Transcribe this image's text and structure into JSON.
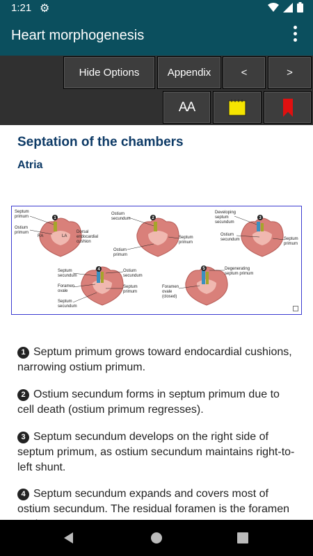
{
  "status_bar": {
    "time": "1:21",
    "icons": [
      "gear-icon",
      "wifi-icon",
      "signal-icon",
      "battery-icon"
    ]
  },
  "app_bar": {
    "title": "Heart morphogenesis",
    "menu_icon": "more-vert-icon"
  },
  "toolbar": {
    "hide_options": "Hide Options",
    "appendix": "Appendix",
    "prev": "<",
    "next": ">",
    "font_size": "AA",
    "notes_icon": "note-icon",
    "bookmark_icon": "bookmark-icon",
    "colors": {
      "note": "#f5e400",
      "bookmark": "#e01010"
    }
  },
  "content": {
    "heading": "Septation of the chambers",
    "subheading": "Atria",
    "figure": {
      "steps": [
        "1",
        "2",
        "3",
        "4",
        "5"
      ],
      "labels": {
        "septum_primum": "Septum primum",
        "ostium_primum": "Ostium primum",
        "ra": "RA",
        "la": "LA",
        "dorsal_cushion": "Dorsal endocardial cushion",
        "ostium_secundum": "Ostium secundum",
        "septum_primum_2": "Septum primum",
        "ostium_primum_2": "Ostium primum",
        "developing_secundum": "Developing septum secundum",
        "ostium_secundum_3": "Ostium secundum",
        "septum_primum_3": "Septum primum",
        "septum_secundum_4": "Septum secundum",
        "foramen_ovale": "Foramen ovale",
        "septum_secundum_4b": "Septum secundum",
        "ostium_secundum_4": "Ostium secundum",
        "septum_primum_4": "Septum primum",
        "degenerating": "Degenerating septum primum",
        "foramen_closed": "Foramen ovale (closed)"
      }
    },
    "items": [
      {
        "num": "1",
        "text": "Septum primum grows toward endocardial cushions, narrowing ostium primum."
      },
      {
        "num": "2",
        "text": "Ostium secundum forms in septum primum due to cell death (ostium primum regresses)."
      },
      {
        "num": "3",
        "text": "Septum secundum develops on the right side of septum primum, as ostium secundum maintains right-to-left shunt."
      },
      {
        "num": "4",
        "text": "Septum secundum expands and covers most of ostium secundum. The residual foramen is the foramen ovale."
      }
    ]
  },
  "nav_bar": {
    "back": "back-icon",
    "home": "home-icon",
    "recents": "recents-icon"
  }
}
